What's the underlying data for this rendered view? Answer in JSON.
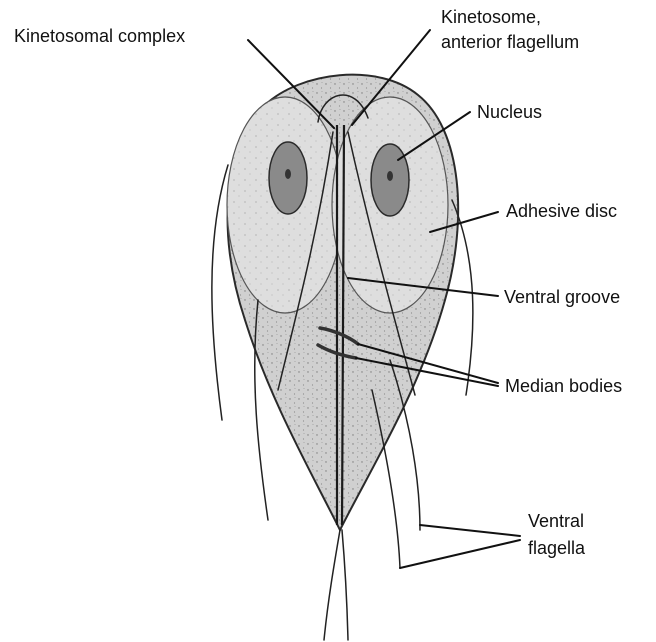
{
  "labels": {
    "kinetosomal_complex": "Kinetosomal complex",
    "kinetosome_line1": "Kinetosome,",
    "kinetosome_line2": "anterior flagellum",
    "nucleus": "Nucleus",
    "adhesive_disc": "Adhesive disc",
    "ventral_groove": "Ventral groove",
    "median_bodies": "Median bodies",
    "ventral_flagella_line1": "Ventral",
    "ventral_flagella_line2": "flagella"
  },
  "colors": {
    "cell_body": "#cfcfcf",
    "adhesive_disc": "#dcdcdc",
    "nucleus": "#8a8a8a",
    "outline": "#2a2a2a",
    "text": "#111111"
  }
}
